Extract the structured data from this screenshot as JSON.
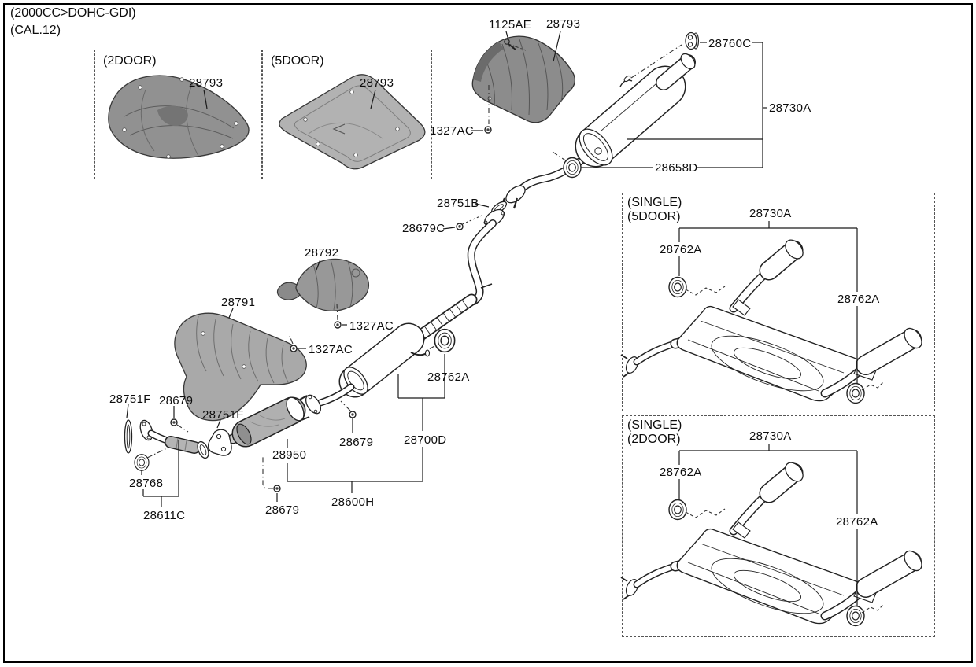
{
  "doc": {
    "engine_note": "(2000CC>DOHC-GDI)",
    "calibration_note": "(CAL.12)"
  },
  "colors": {
    "line": "#222222",
    "shield_dark": "#8c8c8c",
    "shield_mid": "#a9a9a9",
    "shield_light": "#b2b2b2",
    "background": "#ffffff"
  },
  "variant_boxes": {
    "two_door": {
      "title": "(2DOOR)",
      "callouts": {
        "heat_protector": "28793"
      }
    },
    "five_door": {
      "title": "(5DOOR)",
      "callouts": {
        "heat_protector": "28793"
      }
    },
    "single_five_door": {
      "title_line1": "(SINGLE)",
      "title_line2": "(5DOOR)",
      "callouts": {
        "muffler_assembly": "28730A",
        "hanger_front": "28762A",
        "hanger_rear": "28762A"
      }
    },
    "single_two_door": {
      "title_line1": "(SINGLE)",
      "title_line2": "(2DOOR)",
      "callouts": {
        "muffler_assembly": "28730A",
        "hanger_front": "28762A",
        "hanger_rear": "28762A"
      }
    }
  },
  "callouts": {
    "bolt_1125ae": "1125AE",
    "heat_protector_center": "28793",
    "nut_1327ac_tunnel": "1327AC",
    "hanger_28760c": "28760C",
    "rear_muffler_assembly": "28730A",
    "hanger_28658d": "28658D",
    "gasket_28751b": "28751B",
    "bolt_28679c": "28679C",
    "heat_protector_28792": "28792",
    "heat_protector_28791": "28791",
    "nut_1327ac_mid1": "1327AC",
    "nut_1327ac_mid2": "1327AC",
    "hanger_28762a_center": "28762A",
    "center_muffler_28700d": "28700D",
    "nut_28679_upper": "28679",
    "catalyst_28950": "28950",
    "nut_28679_lower": "28679",
    "center_exhaust_assembly": "28600H",
    "gasket_28751f_left": "28751F",
    "nut_28679_left": "28679",
    "gasket_28751f_right": "28751F",
    "hanger_28768": "28768",
    "front_pipe_28611c": "28611C"
  }
}
